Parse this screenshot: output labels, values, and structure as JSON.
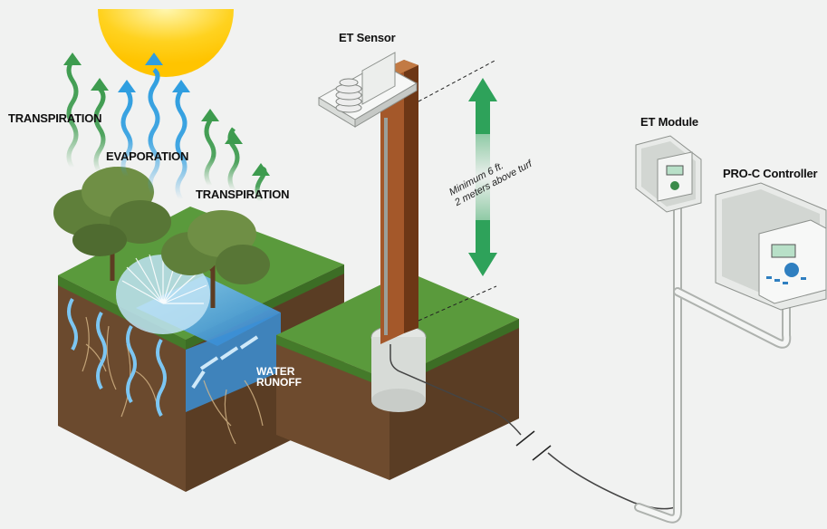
{
  "labels": {
    "transpiration_left": "TRANSPIRATION",
    "evaporation": "EVAPORATION",
    "transpiration_right": "TRANSPIRATION",
    "water_runoff_1": "WATER",
    "water_runoff_2": "RUNOFF",
    "et_sensor": "ET Sensor",
    "distance_1": "Minimum 6 ft.",
    "distance_2": "2 meters above turf",
    "et_module": "ET Module",
    "pro_c_controller": "PRO-C Controller"
  },
  "colors": {
    "grass": "#5a9a3c",
    "soil": "#6b4a2e",
    "water": "#3b8fd6",
    "transpiration_arrow": "#3d9b4e",
    "evaporation_arrow": "#2f9ee0",
    "post": "#8a4a22",
    "sun": "#ffd21f"
  }
}
